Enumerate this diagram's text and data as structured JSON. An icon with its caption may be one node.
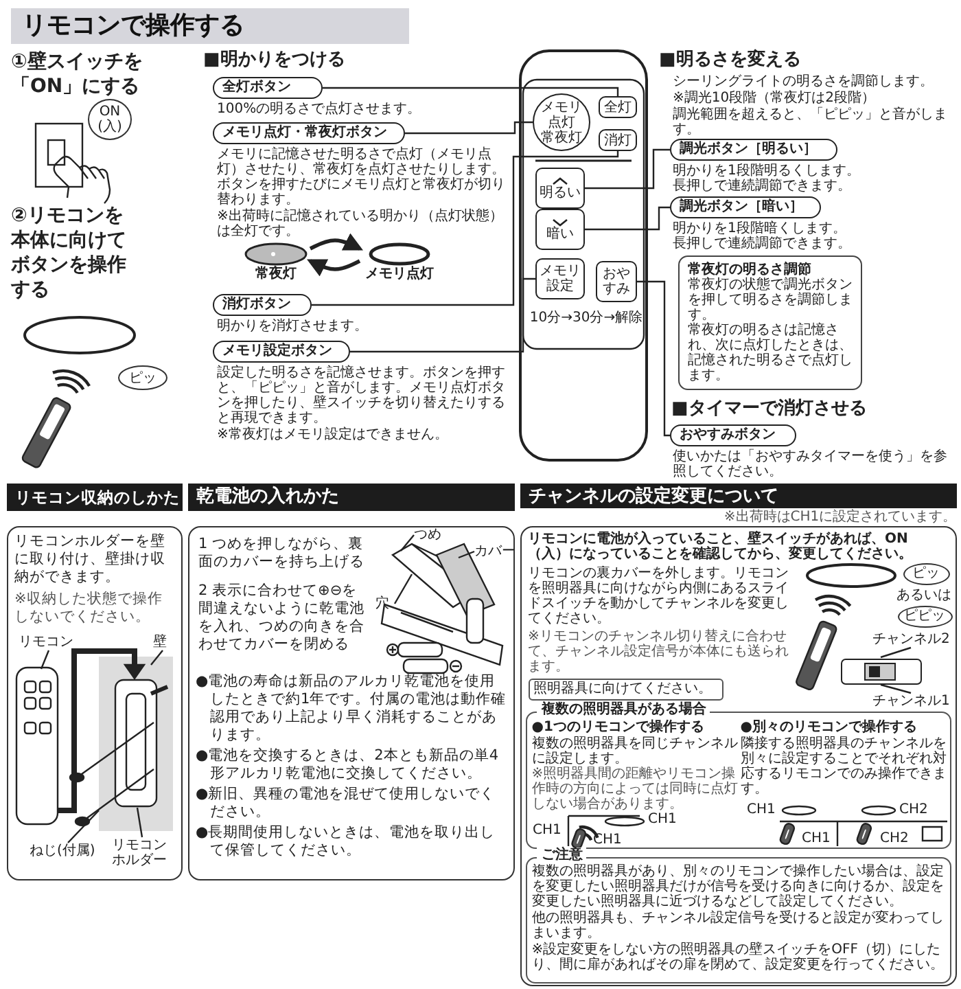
{
  "diagram": {
    "nodes": [
      {
        "text": [
          "リモコンで操作する"
        ]
      },
      {
        "text": [
          "ON",
          "(入)"
        ]
      },
      {
        "text": [
          "ピッ"
        ]
      },
      {
        "text": [
          "全灯ボタン"
        ]
      },
      {
        "text": [
          "メモリ点灯・常夜灯ボタン"
        ]
      },
      {
        "text": [
          "常夜灯"
        ]
      },
      {
        "text": [
          "メモリ点灯"
        ]
      },
      {
        "text": [
          "消灯ボタン"
        ]
      },
      {
        "text": [
          "メモリ設定ボタン"
        ]
      },
      {
        "text": [],
        "shape": "box"
      },
      {
        "text": [
          "全灯"
        ],
        "in": 9
      },
      {
        "text": [
          "メモリ点灯",
          "常夜灯"
        ],
        "in": 9
      },
      {
        "text": [
          "消灯"
        ],
        "in": 9
      },
      {
        "text": [
          "明るい"
        ],
        "in": 9
      },
      {
        "text": [
          "暗い"
        ],
        "in": 9
      },
      {
        "text": [
          "メモリ設定"
        ],
        "in": 9
      },
      {
        "text": [
          "おやすみ"
        ],
        "in": 9,
        "beside": [
          "10分→30分→解除"
        ]
      },
      {
        "text": [
          "調光ボタン［明るい］"
        ]
      },
      {
        "text": [
          "調光ボタン［暗い］"
        ]
      },
      {
        "text": [
          "常夜灯の明るさ調節",
          "常夜灯の状態で調光ボタンを押して明るさを調節します。",
          "常夜灯の明るさは記憶され、次に点灯したときは、記憶された明るさで点灯します。"
        ]
      },
      {
        "text": [
          "おやすみボタン"
        ]
      },
      {
        "text": [
          "リモコン収納のしかた"
        ]
      },
      {
        "text": [
          "リモコンホルダーを壁に取り付け、壁掛け収納ができます。",
          "※収納した状態で操作しないでください。"
        ]
      },
      {
        "text": [
          "リモコン"
        ],
        "in": 22
      },
      {
        "text": [
          "壁"
        ],
        "in": 22
      },
      {
        "text": [
          "ねじ(付属)"
        ],
        "in": 22
      },
      {
        "text": [
          "リモコンホルダー"
        ],
        "in": 22
      },
      {
        "text": [
          "乾電池の入れかた"
        ]
      },
      {
        "text": [
          "1 つめを押しながら、裏面のカバーを持ち上げる",
          "2 表示に合わせて⊕⊖を間違えないように乾電池を入れ、つめの向きを合わせてカバーを閉める",
          "●電池の寿命は新品のアルカリ乾電池を使用したときで約1年です。付属の電池は動作確認用であり上記より早く消耗することがあります。",
          "●電池を交換するときは、2本とも新品の単4形アルカリ乾電池に交換してください。",
          "●新旧、異種の電池を混ぜて使用しないでください。",
          "●長期間使用しないときは、電池を取り出して保管してください。"
        ]
      },
      {
        "text": [
          "つめ"
        ],
        "in": 28
      },
      {
        "text": [
          "穴"
        ],
        "in": 28
      },
      {
        "text": [
          "カバー"
        ],
        "in": 28
      },
      {
        "text": [
          "チャンネルの設定変更について"
        ],
        "beside": [
          "※出荷時はCH1に設定されています。"
        ]
      },
      {
        "text": [
          "リモコンに電池が入っていること、壁スイッチがあれば、ON（入）になっていることを確認してから、変更してください。",
          "リモコンの裏カバーを外します。リモコンを照明器具に向けながら内側にあるスライドスイッチを動かしてチャンネルを変更してください。",
          "※リモコンのチャンネル切り替えに合わせて、チャンネル設定信号が本体にも送られます。"
        ]
      },
      {
        "text": [
          "ピッ"
        ],
        "in": 33
      },
      {
        "text": [
          "ピピッ"
        ],
        "in": 33
      },
      {
        "text": [
          "照明器具に向けてください。"
        ],
        "in": 33
      },
      {
        "text": [
          "チャンネル2"
        ],
        "in": 33
      },
      {
        "text": [
          "チャンネル1"
        ],
        "in": 33
      },
      {
        "text": [
          "複数の照明器具がある場合",
          "●1つのリモコンで操作する",
          "複数の照明器具を同じチャンネルに設定します。",
          "※照明器具間の距離やリモコン操作時の方向によっては同時に点灯しない場合があります。",
          "●別々のリモコンで操作する",
          "隣接する照明器具のチャンネルを別々に設定することでそれぞれ対応するリモコンでのみ操作できます。"
        ],
        "in": 33
      },
      {
        "text": [
          "ご注意",
          "複数の照明器具があり、別々のリモコンで操作したい場合は、設定を変更したい照明器具だけが信号を受ける向きに向けるか、設定を変更したい照明器具に近づけるなどして設定してください。",
          "他の照明器具も、チャンネル設定信号を受けると設定が変わってしまいます。",
          "※設定変更をしない方の照明器具の壁スイッチをOFF（切）にしたり、間に扉があればその扉を閉めて、設定変更を行ってください。"
        ],
        "in": 33
      },
      {
        "text": [],
        "shape": "picture",
        "in": 33
      }
    ],
    "edges": [
      {
        "from": 3,
        "to": 10,
        "arrow": "none"
      },
      {
        "from": 4,
        "to": 11,
        "arrow": "none"
      },
      {
        "from": 7,
        "to": 12,
        "arrow": "none"
      },
      {
        "from": 8,
        "to": 15,
        "arrow": "none"
      },
      {
        "from": 17,
        "to": 13,
        "arrow": "none"
      },
      {
        "from": 18,
        "to": 14,
        "arrow": "none"
      },
      {
        "from": 20,
        "to": 16,
        "arrow": "none"
      },
      {
        "from": 5,
        "to": 6,
        "arrow": "to",
        "style": "thick"
      },
      {
        "from": 6,
        "to": 5,
        "arrow": "to",
        "style": "thick"
      },
      {
        "from": 23,
        "to": null,
        "arrow": "none"
      },
      {
        "from": 24,
        "to": null,
        "arrow": "none"
      },
      {
        "from": 25,
        "to": null,
        "arrow": "none"
      },
      {
        "from": 26,
        "to": null,
        "arrow": "none"
      },
      {
        "from": 29,
        "to": null,
        "arrow": "none"
      },
      {
        "from": 30,
        "to": null,
        "arrow": "none"
      },
      {
        "from": 31,
        "to": null,
        "arrow": "none"
      },
      {
        "from": 37,
        "to": 41,
        "arrow": "none"
      },
      {
        "from": 38,
        "to": 41,
        "arrow": "none"
      }
    ],
    "labels": [
      "①壁スイッチを「ON」にする",
      "②リモコンを本体に向けてボタンを操作する",
      "■明かりをつける",
      "100%の明るさで点灯させます。",
      "メモリに記憶させた明るさで点灯（メモリ点灯）させたり、常夜灯を点灯させたりします。ボタンを押すたびにメモリ点灯と常夜灯が切り替わります。",
      "※出荷時に記憶されている明かり（点灯状態）は全灯です。",
      "明かりを消灯させます。",
      "設定した明るさを記憶させます。ボタンを押すと、「ピピッ」と音がします。メモリ点灯ボタンを押したり、壁スイッチを切り替えたりすると再現できます。",
      "※常夜灯はメモリ設定はできません。",
      "■明るさを変える",
      "シーリングライトの明るさを調節します。",
      "※調光10段階（常夜灯は2段階）",
      "調光範囲を超えると、「ピピッ」と音がします。",
      "明かりを1段階明るくします。",
      "長押しで連続調節できます。",
      "明かりを1段階暗くします。",
      "長押しで連続調節できます。",
      "■タイマーで消灯させる",
      "使いかたは「おやすみタイマーを使う」を参照してください。",
      "あるいは",
      "CH1",
      "CH1",
      "CH1",
      "CH1",
      "CH2",
      "CH1",
      "CH2"
    ]
  }
}
